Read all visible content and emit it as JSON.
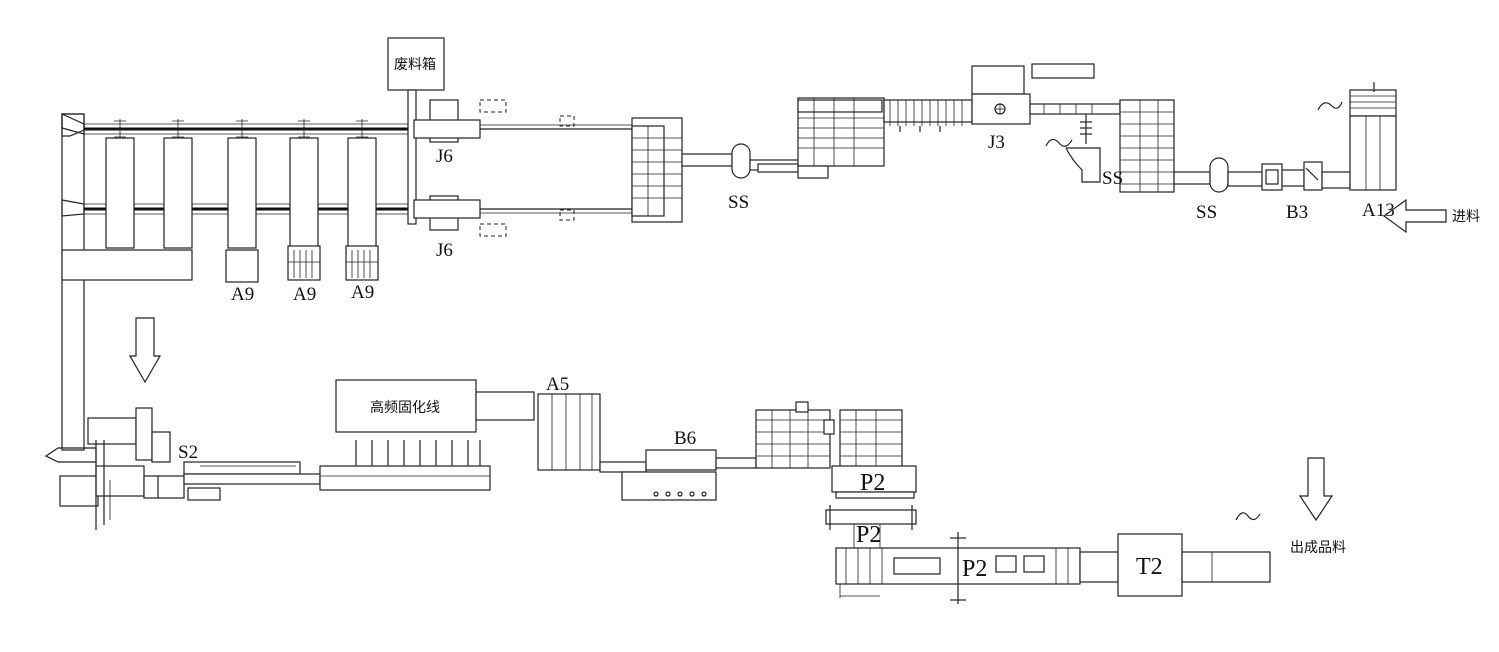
{
  "labels": {
    "waste_box": "废料箱",
    "j6_top": "J6",
    "j6_bottom": "J6",
    "a9_1": "A9",
    "a9_2": "A9",
    "a9_3": "A9",
    "ss_1": "SS",
    "j3": "J3",
    "ss_2": "SS",
    "ss_3": "SS",
    "b3": "B3",
    "a13": "A13",
    "feed_in": "进料",
    "s2": "S2",
    "hf_curing": "高频固化线",
    "a5": "A5",
    "b6": "B6",
    "p2_1": "P2",
    "p2_2": "P2",
    "p2_3": "P2",
    "t2": "T2",
    "output": "出成品料"
  }
}
